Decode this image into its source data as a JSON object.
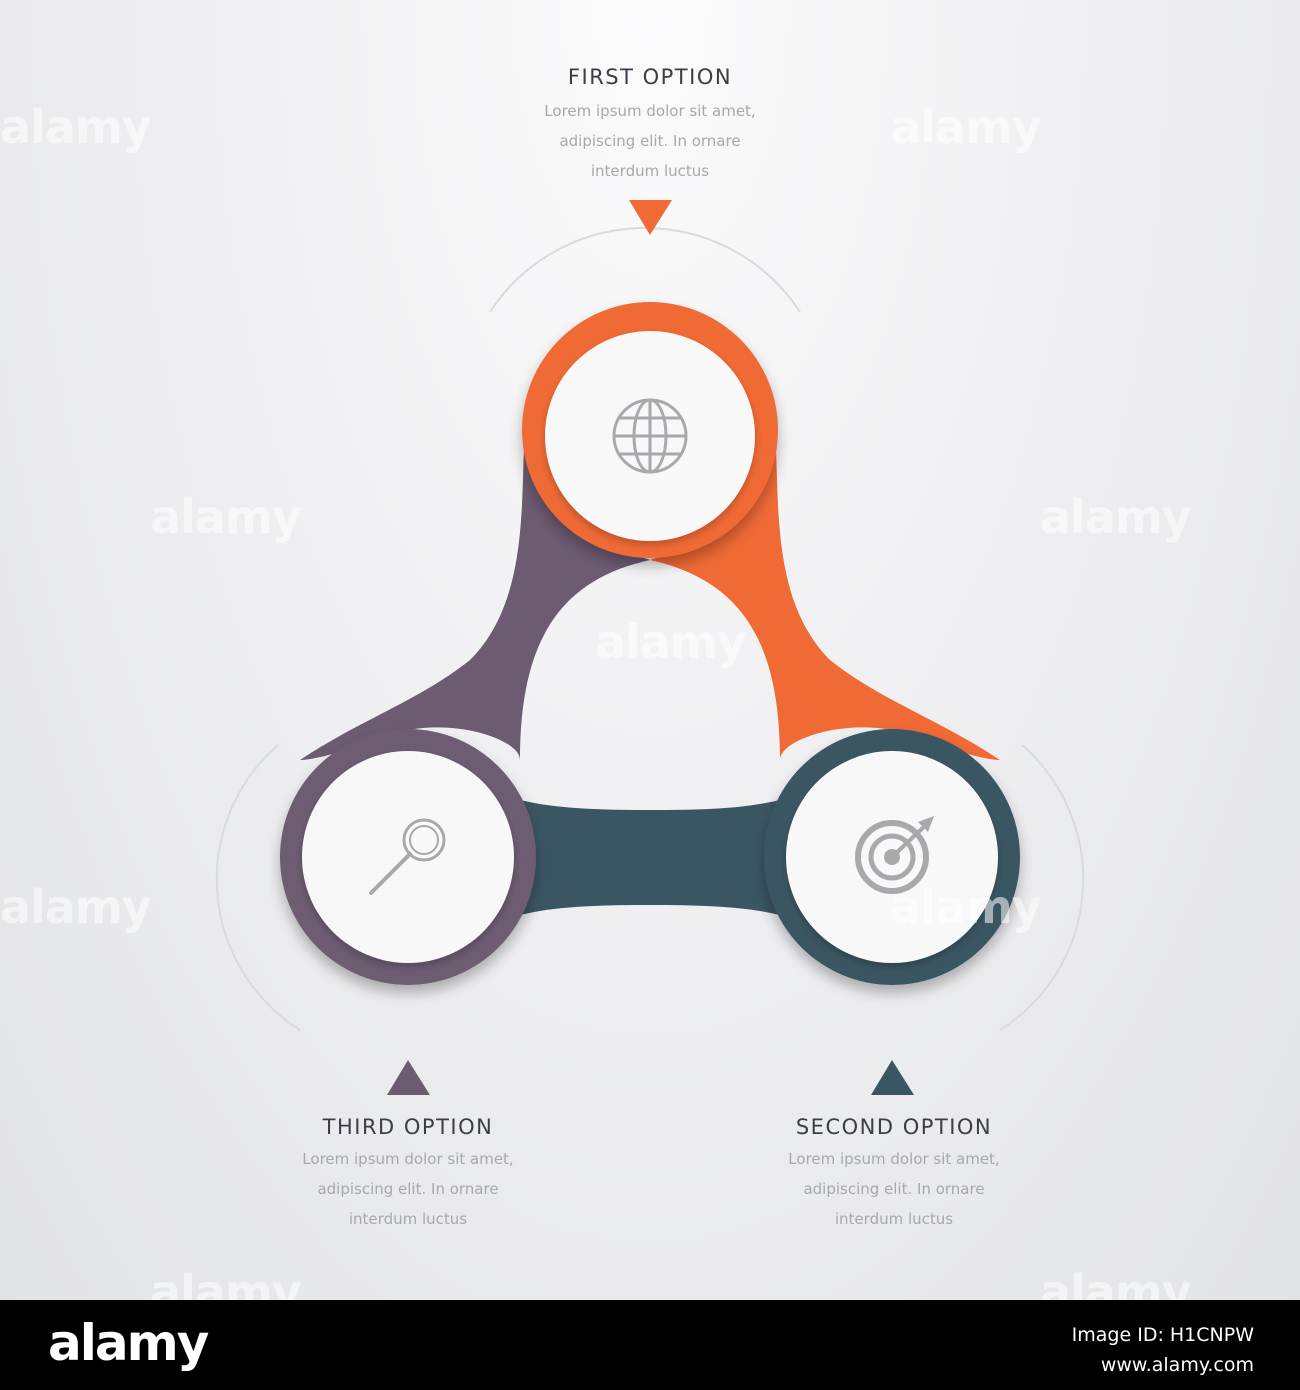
{
  "options": {
    "first": {
      "title": "FIRST OPTION",
      "desc": [
        "Lorem ipsum dolor sit amet,",
        "adipiscing elit. In ornare",
        "interdum luctus"
      ],
      "icon": "globe-icon",
      "color": "#f06a35"
    },
    "second": {
      "title": "SECOND OPTION",
      "desc": [
        "Lorem ipsum dolor sit amet,",
        "adipiscing elit. In ornare",
        "interdum luctus"
      ],
      "icon": "target-icon",
      "color": "#3b5663"
    },
    "third": {
      "title": "THIRD OPTION",
      "desc": [
        "Lorem ipsum dolor sit amet,",
        "adipiscing elit. In ornare",
        "interdum luctus"
      ],
      "icon": "magnifier-icon",
      "color": "#6d5b72"
    }
  },
  "watermark": {
    "text": "alamy"
  },
  "footer": {
    "logo": "alamy",
    "image_id": "Image ID: H1CNPW",
    "site": "www.alamy.com"
  }
}
